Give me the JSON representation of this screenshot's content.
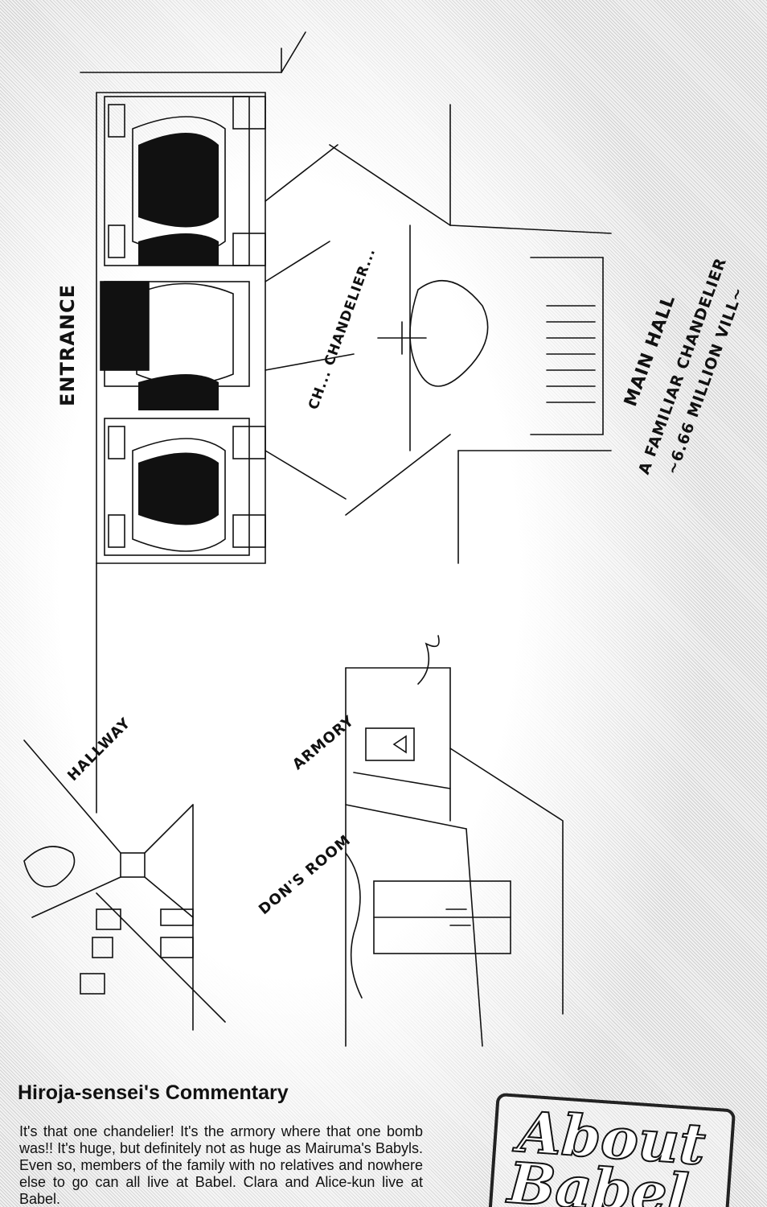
{
  "labels": {
    "entrance": "ENTRANCE",
    "chandelier": "CH... CHANDELIER...",
    "main_hall": "MAIN HALL",
    "familiar_chandelier": "A FAMILIAR CHANDELIER",
    "million_vill": "~6.66 MILLION VILL~",
    "hallway": "HALLWAY",
    "armory": "ARMORY",
    "dons_room": "DON'S ROOM"
  },
  "commentary": {
    "title": "Hiroja-sensei's Commentary",
    "body": "It's that one chandelier! It's the armory where that one bomb was!! It's huge, but definitely not as huge as Mairuma's Babyls. Even so, members of the family with no relatives and nowhere else to go can all live at Babel. Clara and Alice-kun live at Babel."
  },
  "stamp": {
    "line1": "About",
    "line2": "Babel"
  }
}
